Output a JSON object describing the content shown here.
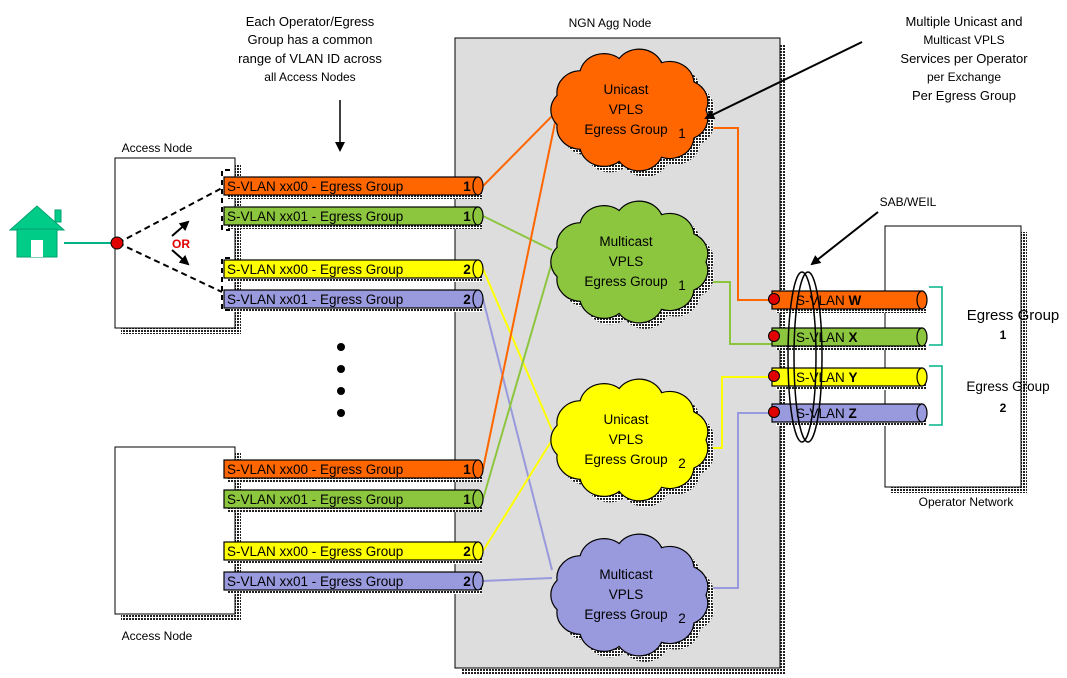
{
  "annotations": {
    "vlan_range_lines": [
      "Each Operator/Egress",
      "Group  has a common",
      "range of VLAN ID across",
      "all Access Nodes"
    ],
    "ngn_title": "NGN  Agg Node",
    "services_lines": [
      "Multiple Unicast  and",
      "Multicast VPLS",
      "Services per Operator",
      "per Exchange",
      "Per Egress Group"
    ],
    "access_node_top": "Access Node",
    "access_node_bottom": "Access Node",
    "or_label": "OR",
    "sab_weil": "SAB/WEIL",
    "operator_network": "Operator Network"
  },
  "access_vlans_top": [
    {
      "label": "S-VLAN  xx00  - Egress Group",
      "num": "1",
      "color": "#ff6600"
    },
    {
      "label": "S-VLAN  xx01  - Egress Group",
      "num": "1",
      "color": "#8cc63f"
    },
    {
      "label": "S-VLAN  xx00  - Egress Group",
      "num": "2",
      "color": "#ffff00"
    },
    {
      "label": "S-VLAN  xx01  - Egress Group",
      "num": "2",
      "color": "#9999dd"
    }
  ],
  "access_vlans_bottom": [
    {
      "label": "S-VLAN  xx00  - Egress Group",
      "num": "1",
      "color": "#ff6600"
    },
    {
      "label": "S-VLAN  xx01  - Egress Group",
      "num": "1",
      "color": "#8cc63f"
    },
    {
      "label": "S-VLAN  xx00  - Egress Group",
      "num": "2",
      "color": "#ffff00"
    },
    {
      "label": "S-VLAN  xx01  - Egress Group",
      "num": "2",
      "color": "#9999dd"
    }
  ],
  "clouds": [
    {
      "lines": [
        "Unicast",
        "VPLS",
        "Egress Group"
      ],
      "num": "1",
      "color": "#ff6600"
    },
    {
      "lines": [
        "Multicast",
        "VPLS",
        "Egress Group"
      ],
      "num": "1",
      "color": "#8cc63f"
    },
    {
      "lines": [
        "Unicast",
        "VPLS",
        "Egress Group"
      ],
      "num": "2",
      "color": "#ffff00"
    },
    {
      "lines": [
        "Multicast",
        "VPLS",
        "Egress Group"
      ],
      "num": "2",
      "color": "#9999dd"
    }
  ],
  "operator_vlans": [
    {
      "prefix": "S-VLAN ",
      "letter": "W",
      "color": "#ff6600"
    },
    {
      "prefix": "S-VLAN ",
      "letter": "X",
      "color": "#8cc63f"
    },
    {
      "prefix": "S-VLAN ",
      "letter": "Y",
      "color": "#ffff00"
    },
    {
      "prefix": "S-VLAN ",
      "letter": "Z",
      "color": "#9999dd"
    }
  ],
  "egress_groups": [
    {
      "label": "Egress Group",
      "num": "1"
    },
    {
      "label": "Egress Group",
      "num": "2"
    }
  ],
  "colors": {
    "orange": "#ff6600",
    "green": "#8cc63f",
    "yellow": "#ffff00",
    "lavender": "#9999dd",
    "agg_node_fill": "#dddddd",
    "teal": "#00b386",
    "house": "#00cc88",
    "red_dot": "#e00000"
  }
}
